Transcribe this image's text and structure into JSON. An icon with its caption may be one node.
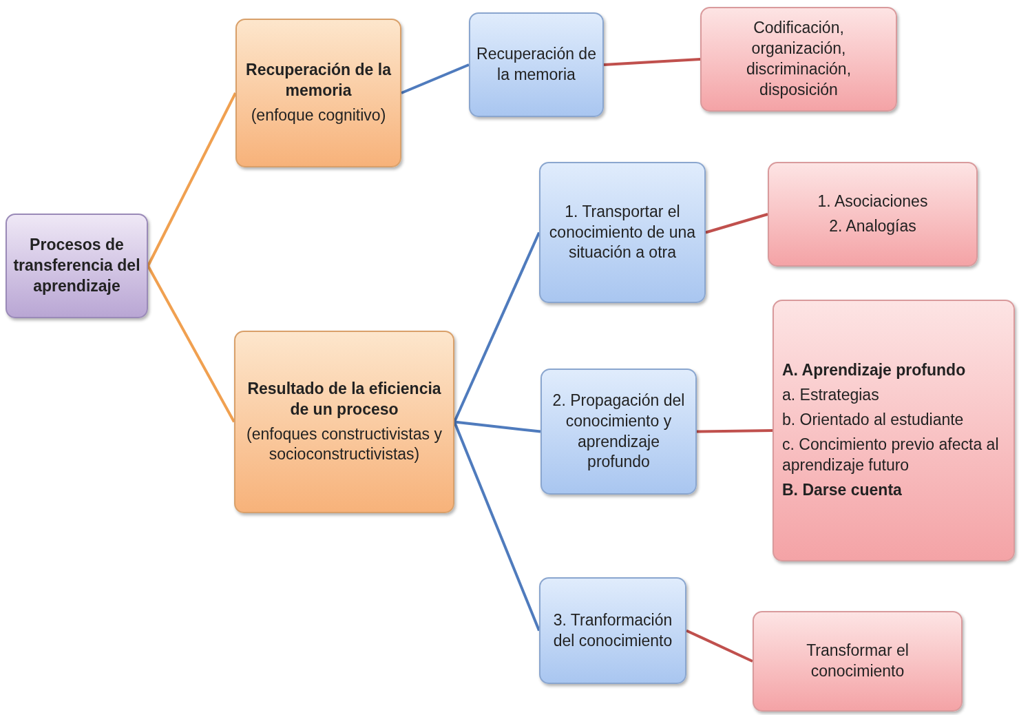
{
  "diagram": {
    "nodes": [
      {
        "text": [
          "Procesos de transferencia del aprendizaje"
        ]
      },
      {
        "text": [
          "Recuperación de la memoria",
          "(enfoque cognitivo)"
        ]
      },
      {
        "text": [
          "Resultado de la eficiencia de un proceso",
          "(enfoques constructivistas y socioconstructivistas)"
        ]
      },
      {
        "text": [
          "Recuperación de la memoria"
        ]
      },
      {
        "text": [
          "Codificación, organización, discriminación, disposición"
        ]
      },
      {
        "text": [
          "1. Transportar el conocimiento de una situación a otra"
        ]
      },
      {
        "text": [
          "1. Asociaciones",
          "2. Analogías"
        ]
      },
      {
        "text": [
          "2. Propagación del conocimiento y aprendizaje profundo"
        ]
      },
      {
        "text": [
          "A. Aprendizaje profundo",
          "a. Estrategias",
          "b.  Orientado al estudiante",
          "c. Concimiento previo afecta al aprendizaje futuro",
          "B. Darse cuenta"
        ]
      },
      {
        "text": [
          "3. Tranformación del conocimiento"
        ]
      },
      {
        "text": [
          "Transformar el conocimiento"
        ]
      }
    ],
    "edges": [
      {
        "from": 0,
        "to": 1,
        "arrow": "none",
        "color": "#f0a050"
      },
      {
        "from": 0,
        "to": 2,
        "arrow": "none",
        "color": "#f0a050"
      },
      {
        "from": 1,
        "to": 3,
        "arrow": "none",
        "color": "#4f7bbd"
      },
      {
        "from": 3,
        "to": 4,
        "arrow": "none",
        "color": "#c0504d"
      },
      {
        "from": 2,
        "to": 5,
        "arrow": "none",
        "color": "#4f7bbd"
      },
      {
        "from": 2,
        "to": 7,
        "arrow": "none",
        "color": "#4f7bbd"
      },
      {
        "from": 2,
        "to": 9,
        "arrow": "none",
        "color": "#4f7bbd"
      },
      {
        "from": 5,
        "to": 6,
        "arrow": "none",
        "color": "#c0504d"
      },
      {
        "from": 7,
        "to": 8,
        "arrow": "none",
        "color": "#c0504d"
      },
      {
        "from": 9,
        "to": 10,
        "arrow": "none",
        "color": "#c0504d"
      }
    ]
  }
}
